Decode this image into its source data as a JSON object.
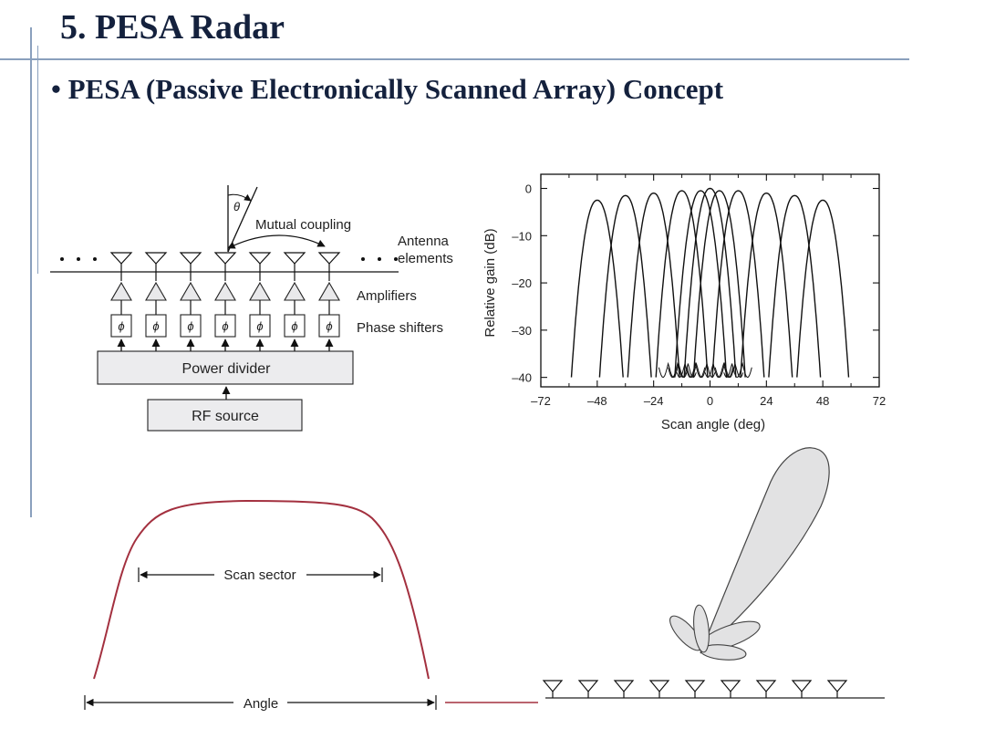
{
  "slide": {
    "title": "5. PESA Radar",
    "bullet_symbol": "•",
    "bullet_text": "PESA (Passive Electronically Scanned Array) Concept"
  },
  "block_diagram": {
    "theta": "θ",
    "mutual_coupling": "Mutual coupling",
    "antenna_line1": "Antenna",
    "antenna_line2": "elements",
    "amplifiers": "Amplifiers",
    "phase_shifters": "Phase shifters",
    "phi": "ϕ",
    "power_divider": "Power divider",
    "rf_source": "RF source",
    "element_count": 7
  },
  "chart_data": {
    "type": "line",
    "xlabel": "Scan angle (deg)",
    "ylabel": "Relative gain (dB)",
    "xlim": [
      -72,
      72
    ],
    "ylim": [
      -42,
      3
    ],
    "xticks": [
      "–72",
      "–48",
      "–24",
      "0",
      "24",
      "48",
      "72"
    ],
    "yticks": [
      "0",
      "–10",
      "–20",
      "–30",
      "–40"
    ],
    "beam_peak_angles": [
      -48,
      -36,
      -24,
      -12,
      -4,
      0,
      4,
      12,
      24,
      36,
      48
    ],
    "beam_peak_gains": [
      -2.5,
      -1.5,
      -1,
      -0.5,
      -0.5,
      0,
      -0.5,
      -0.5,
      -1,
      -1.5,
      -2.5
    ],
    "half_width_at_minus_40_deg": 11
  },
  "scan_sector": {
    "scan_sector_label": "Scan sector",
    "angle_label": "Angle",
    "curve_color": "#a3303f"
  },
  "array_pattern": {
    "element_count": 9
  }
}
